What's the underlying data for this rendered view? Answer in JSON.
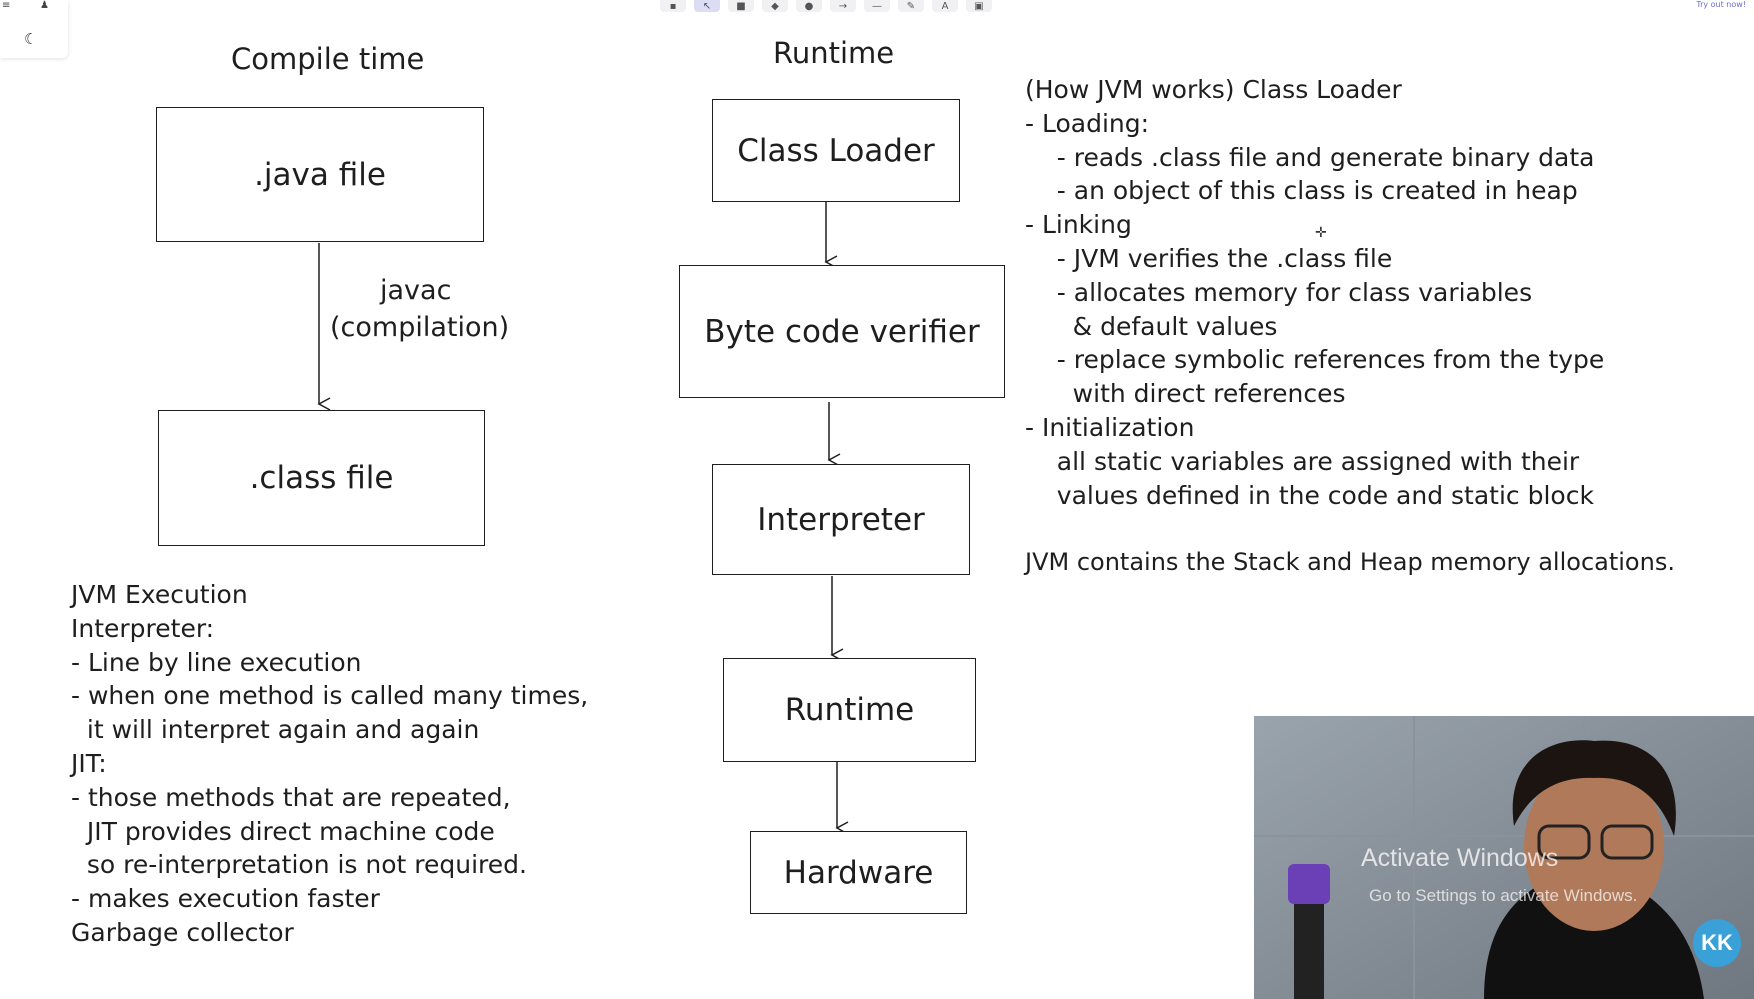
{
  "app": {
    "top_right_link": "Try out now!",
    "theme_icon": "moon-icon",
    "toolbar_icons": [
      "lock-icon",
      "hand-icon",
      "rectangle-icon",
      "diamond-icon",
      "ellipse-icon",
      "arrow-icon",
      "line-icon",
      "pencil-icon",
      "text-icon",
      "image-icon"
    ]
  },
  "canvas": {
    "compile_time_heading": "Compile time",
    "runtime_heading": "Runtime",
    "compile_flow": {
      "java_file": ".java file",
      "javac_label_line1": "javac",
      "javac_label_line2": "(compilation)",
      "class_file": ".class file"
    },
    "runtime_flow": {
      "class_loader": "Class Loader",
      "byte_code_verifier": "Byte code verifier",
      "interpreter": "Interpreter",
      "runtime": "Runtime",
      "hardware": "Hardware"
    },
    "jvm_notes": [
      "JVM Execution",
      "Interpreter:",
      "- Line by line execution",
      "- when one method is called many times,",
      "  it will interpret again and again",
      "JIT:",
      "- those methods that are repeated,",
      "  JIT provides direct machine code",
      "  so re-interpretation is not required.",
      "- makes execution faster",
      "Garbage collector"
    ],
    "class_loader_notes": [
      "(How JVM works) Class Loader",
      "- Loading:",
      "    - reads .class file and generate binary data",
      "    - an object of this class is created in heap",
      "- Linking",
      "    - JVM verifies the .class file",
      "    - allocates memory for class variables",
      "      & default values",
      "    - replace symbolic references from the type",
      "      with direct references",
      "- Initialization",
      "    all static variables are assigned with their",
      "    values defined in the code and static block"
    ],
    "jvm_memory_note": "JVM contains the Stack and Heap memory allocations."
  },
  "overlay": {
    "activate_windows_title": "Activate Windows",
    "activate_windows_subtitle": "Go to Settings to activate Windows.",
    "channel_logo": "KK"
  },
  "colors": {
    "ink": "#1e1e1e",
    "background": "#ffffff",
    "toolbar_active": "#dcdcf5",
    "logo_blue": "#3aa0d8"
  }
}
